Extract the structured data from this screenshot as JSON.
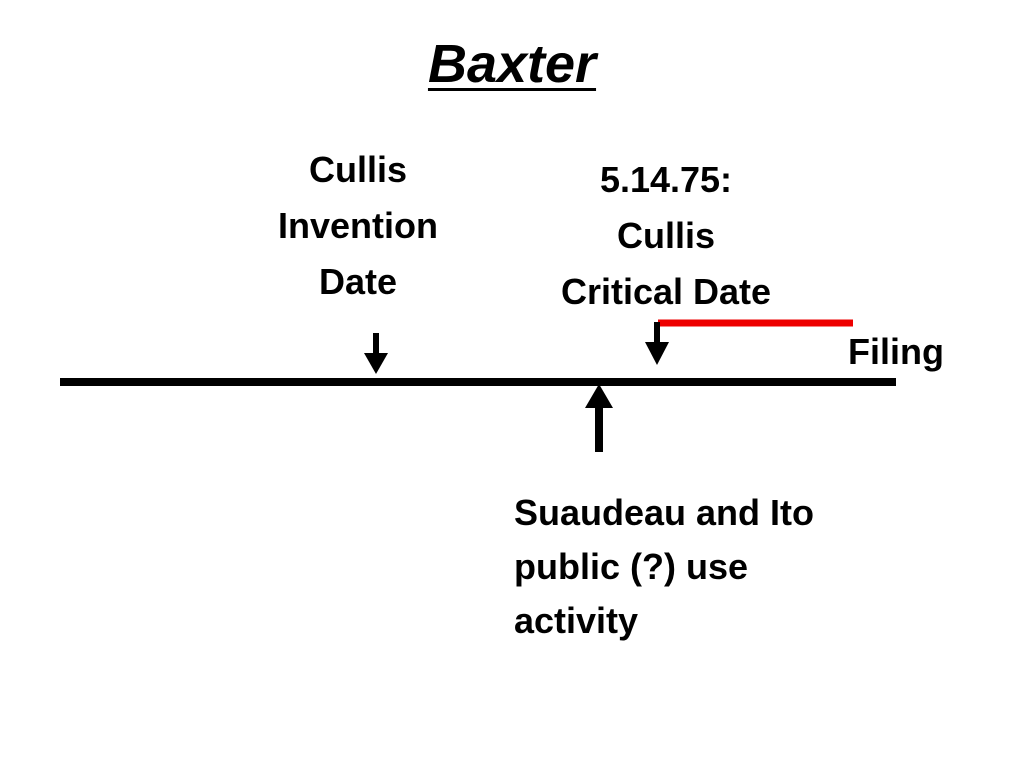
{
  "title": "Baxter",
  "events": {
    "invention": {
      "lines": [
        "Cullis",
        "Invention",
        "Date"
      ]
    },
    "critical": {
      "lines": [
        "5.14.75:",
        "Cullis",
        "Critical Date"
      ]
    },
    "filing": {
      "label": "Filing"
    },
    "activity": {
      "lines": [
        "Suaudeau and Ito",
        "public (?) use",
        "activity"
      ]
    }
  },
  "colors": {
    "timeline": "#000000",
    "critical_period": "#ee0000",
    "text": "#000000"
  },
  "icons": [
    "down-arrow-icon",
    "up-arrow-icon"
  ]
}
